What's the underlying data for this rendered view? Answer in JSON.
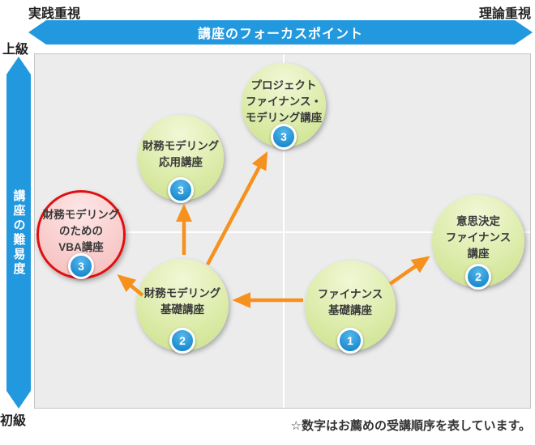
{
  "header": {
    "left_label": "実践重視",
    "right_label": "理論重視",
    "banner": "講座のフォーカスポイント"
  },
  "y_axis": {
    "top_label": "上級",
    "bottom_label": "初級",
    "banner": "講座の難易度"
  },
  "courses": [
    {
      "name": "project-finance-modeling",
      "label": "プロジェクト\nファイナンス・\nモデリング講座",
      "order": "3",
      "highlighted": false
    },
    {
      "name": "financial-modeling-advanced",
      "label": "財務モデリング\n応用講座",
      "order": "3",
      "highlighted": false
    },
    {
      "name": "vba-for-financial-modeling",
      "label": "財務モデリング\nのための\nVBA講座",
      "order": "3",
      "highlighted": true
    },
    {
      "name": "financial-modeling-basic",
      "label": "財務モデリング\n基礎講座",
      "order": "2",
      "highlighted": false
    },
    {
      "name": "finance-basic",
      "label": "ファイナンス\n基礎講座",
      "order": "1",
      "highlighted": false
    },
    {
      "name": "decision-finance",
      "label": "意思決定\nファイナンス\n講座",
      "order": "2",
      "highlighted": false
    }
  ],
  "arrows": [
    {
      "from": "financial-modeling-basic",
      "to": "financial-modeling-advanced"
    },
    {
      "from": "financial-modeling-basic",
      "to": "project-finance-modeling"
    },
    {
      "from": "financial-modeling-basic",
      "to": "vba-for-financial-modeling"
    },
    {
      "from": "finance-basic",
      "to": "financial-modeling-basic"
    },
    {
      "from": "finance-basic",
      "to": "decision-finance"
    }
  ],
  "footnote": "☆数字はお薦めの受講順序を表しています。",
  "colors": {
    "banner_blue": "#2298df",
    "bubble_green": "#d8eb9f",
    "bubble_pink": "#f9caca",
    "highlight_red": "#e01010",
    "arrow_orange": "#f6911d",
    "badge_blue": "#1b8cd0",
    "plot_background": "#ececec"
  }
}
